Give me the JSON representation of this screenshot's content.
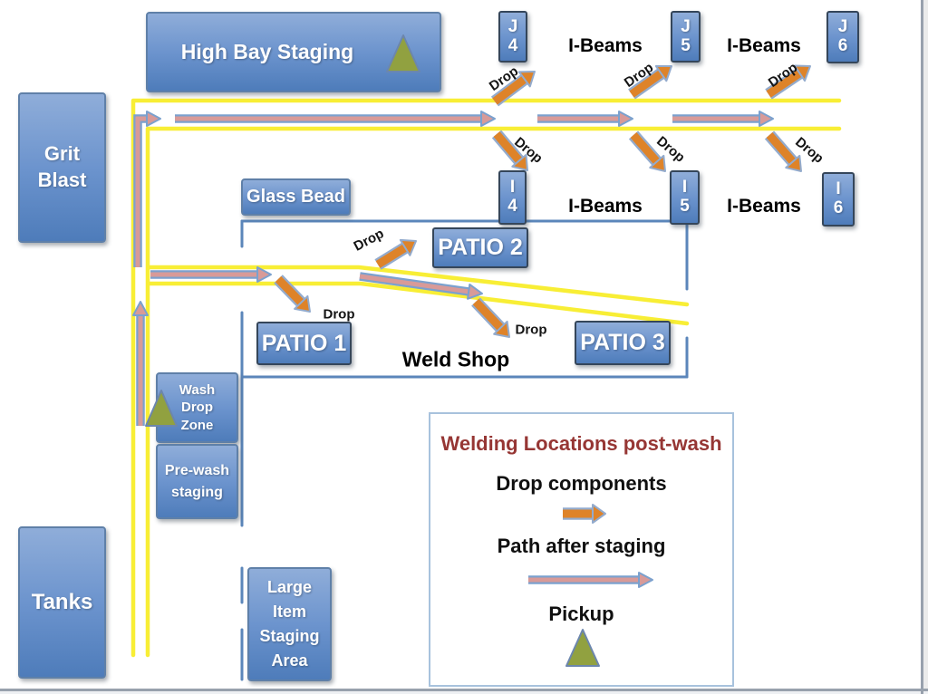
{
  "boxes": {
    "high_bay": "High Bay Staging",
    "grit_blast": "Grit\nBlast",
    "tanks": "Tanks",
    "glass_bead": "Glass Bead",
    "j4": "J\n4",
    "j5": "J\n5",
    "j6": "J\n6",
    "i4": "I\n4",
    "i5": "I\n5",
    "i6": "I\n6",
    "patio1": "PATIO 1",
    "patio2": "PATIO 2",
    "patio3": "PATIO 3",
    "wash_drop_zone": "Wash\nDrop\nZone",
    "pre_wash": "Pre-wash\nstaging",
    "large_item": "Large\nItem\nStaging\nArea"
  },
  "labels": {
    "i_beams": "I-Beams",
    "weld_shop": "Weld Shop",
    "drop": "Drop"
  },
  "legend": {
    "title": "Welding Locations post-wash",
    "drop_components": "Drop components",
    "path_after_staging": "Path after staging",
    "pickup": "Pickup"
  },
  "colors": {
    "box_blue_top": "#8fadd9",
    "box_blue_bottom": "#4e7cba",
    "path_yellow": "#f8ee35",
    "arrow_pink_fill": "#d89a98",
    "arrow_orange_fill": "#de8329",
    "arrow_outline_blue": "#7ba1ce",
    "pickup_green": "#91a140",
    "wall_blue": "#5b86ba",
    "legend_title_red": "#963634",
    "legend_border": "#a8c2dd",
    "frame_gray": "#98a1ad"
  }
}
